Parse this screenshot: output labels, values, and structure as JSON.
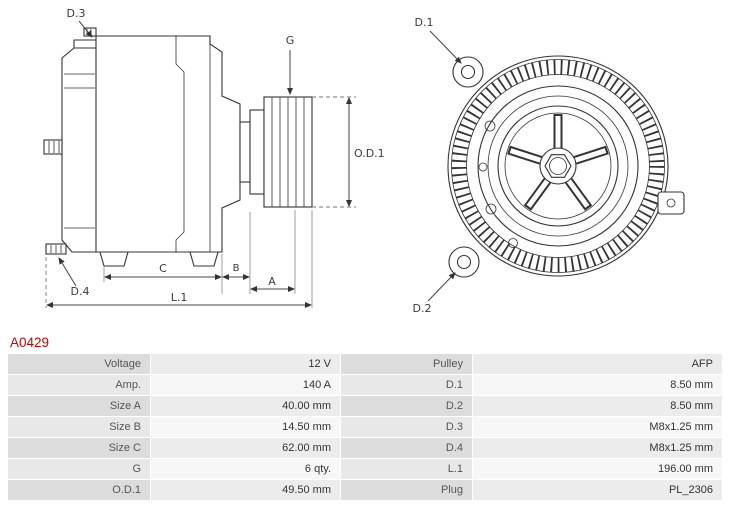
{
  "part_number": "A0429",
  "accent_color": "#cc0000",
  "diagram": {
    "labels": {
      "d1": "D.1",
      "d2": "D.2",
      "d3": "D.3",
      "d4": "D.4",
      "g": "G",
      "od1": "O.D.1",
      "a": "A",
      "b": "B",
      "c": "C",
      "l1": "L.1"
    }
  },
  "table": {
    "rows": [
      {
        "left_label": "Voltage",
        "left_value": "12 V",
        "right_label": "Pulley",
        "right_value": "AFP"
      },
      {
        "left_label": "Amp.",
        "left_value": "140 A",
        "right_label": "D.1",
        "right_value": "8.50 mm"
      },
      {
        "left_label": "Size A",
        "left_value": "40.00 mm",
        "right_label": "D.2",
        "right_value": "8.50 mm"
      },
      {
        "left_label": "Size B",
        "left_value": "14.50 mm",
        "right_label": "D.3",
        "right_value": "M8x1.25 mm"
      },
      {
        "left_label": "Size C",
        "left_value": "62.00 mm",
        "right_label": "D.4",
        "right_value": "M8x1.25 mm"
      },
      {
        "left_label": "G",
        "left_value": "6 qty.",
        "right_label": "L.1",
        "right_value": "196.00 mm"
      },
      {
        "left_label": "O.D.1",
        "left_value": "49.50 mm",
        "right_label": "Plug",
        "right_value": "PL_2306"
      }
    ]
  }
}
